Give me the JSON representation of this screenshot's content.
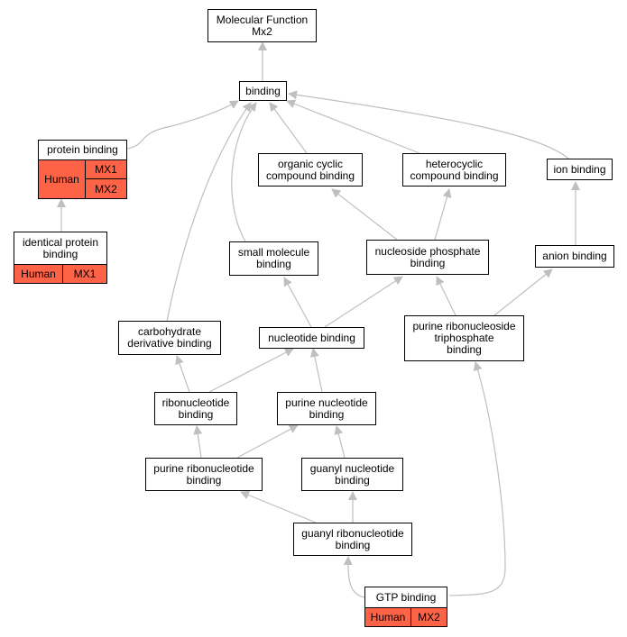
{
  "nodes": {
    "molecular_function": "Molecular Function\nMx2",
    "binding": "binding",
    "protein_binding": "protein binding",
    "identical_protein_binding": "identical protein\nbinding",
    "organic_cyclic": "organic cyclic\ncompound binding",
    "heterocyclic": "heterocyclic\ncompound binding",
    "ion_binding": "ion binding",
    "small_molecule": "small molecule\nbinding",
    "nucleoside_phosphate": "nucleoside phosphate\nbinding",
    "anion_binding": "anion binding",
    "carbohydrate_derivative": "carbohydrate\nderivative binding",
    "nucleotide_binding": "nucleotide binding",
    "purine_ribonucleoside_triphosphate": "purine ribonucleoside\ntriphosphate\nbinding",
    "ribonucleotide": "ribonucleotide\nbinding",
    "purine_nucleotide": "purine nucleotide\nbinding",
    "purine_ribonucleotide": "purine ribonucleotide\nbinding",
    "guanyl_nucleotide": "guanyl nucleotide\nbinding",
    "guanyl_ribonucleotide": "guanyl ribonucleotide\nbinding",
    "gtp_binding": "GTP binding"
  },
  "annotations": {
    "protein_binding": {
      "species": "Human",
      "genes": [
        "MX1",
        "MX2"
      ]
    },
    "identical_protein_binding": {
      "species": "Human",
      "genes": [
        "MX1"
      ]
    },
    "gtp_binding": {
      "species": "Human",
      "genes": [
        "MX2"
      ]
    }
  },
  "colors": {
    "annotation_fill": "#ff6347",
    "edge": "#bfbfbf"
  }
}
